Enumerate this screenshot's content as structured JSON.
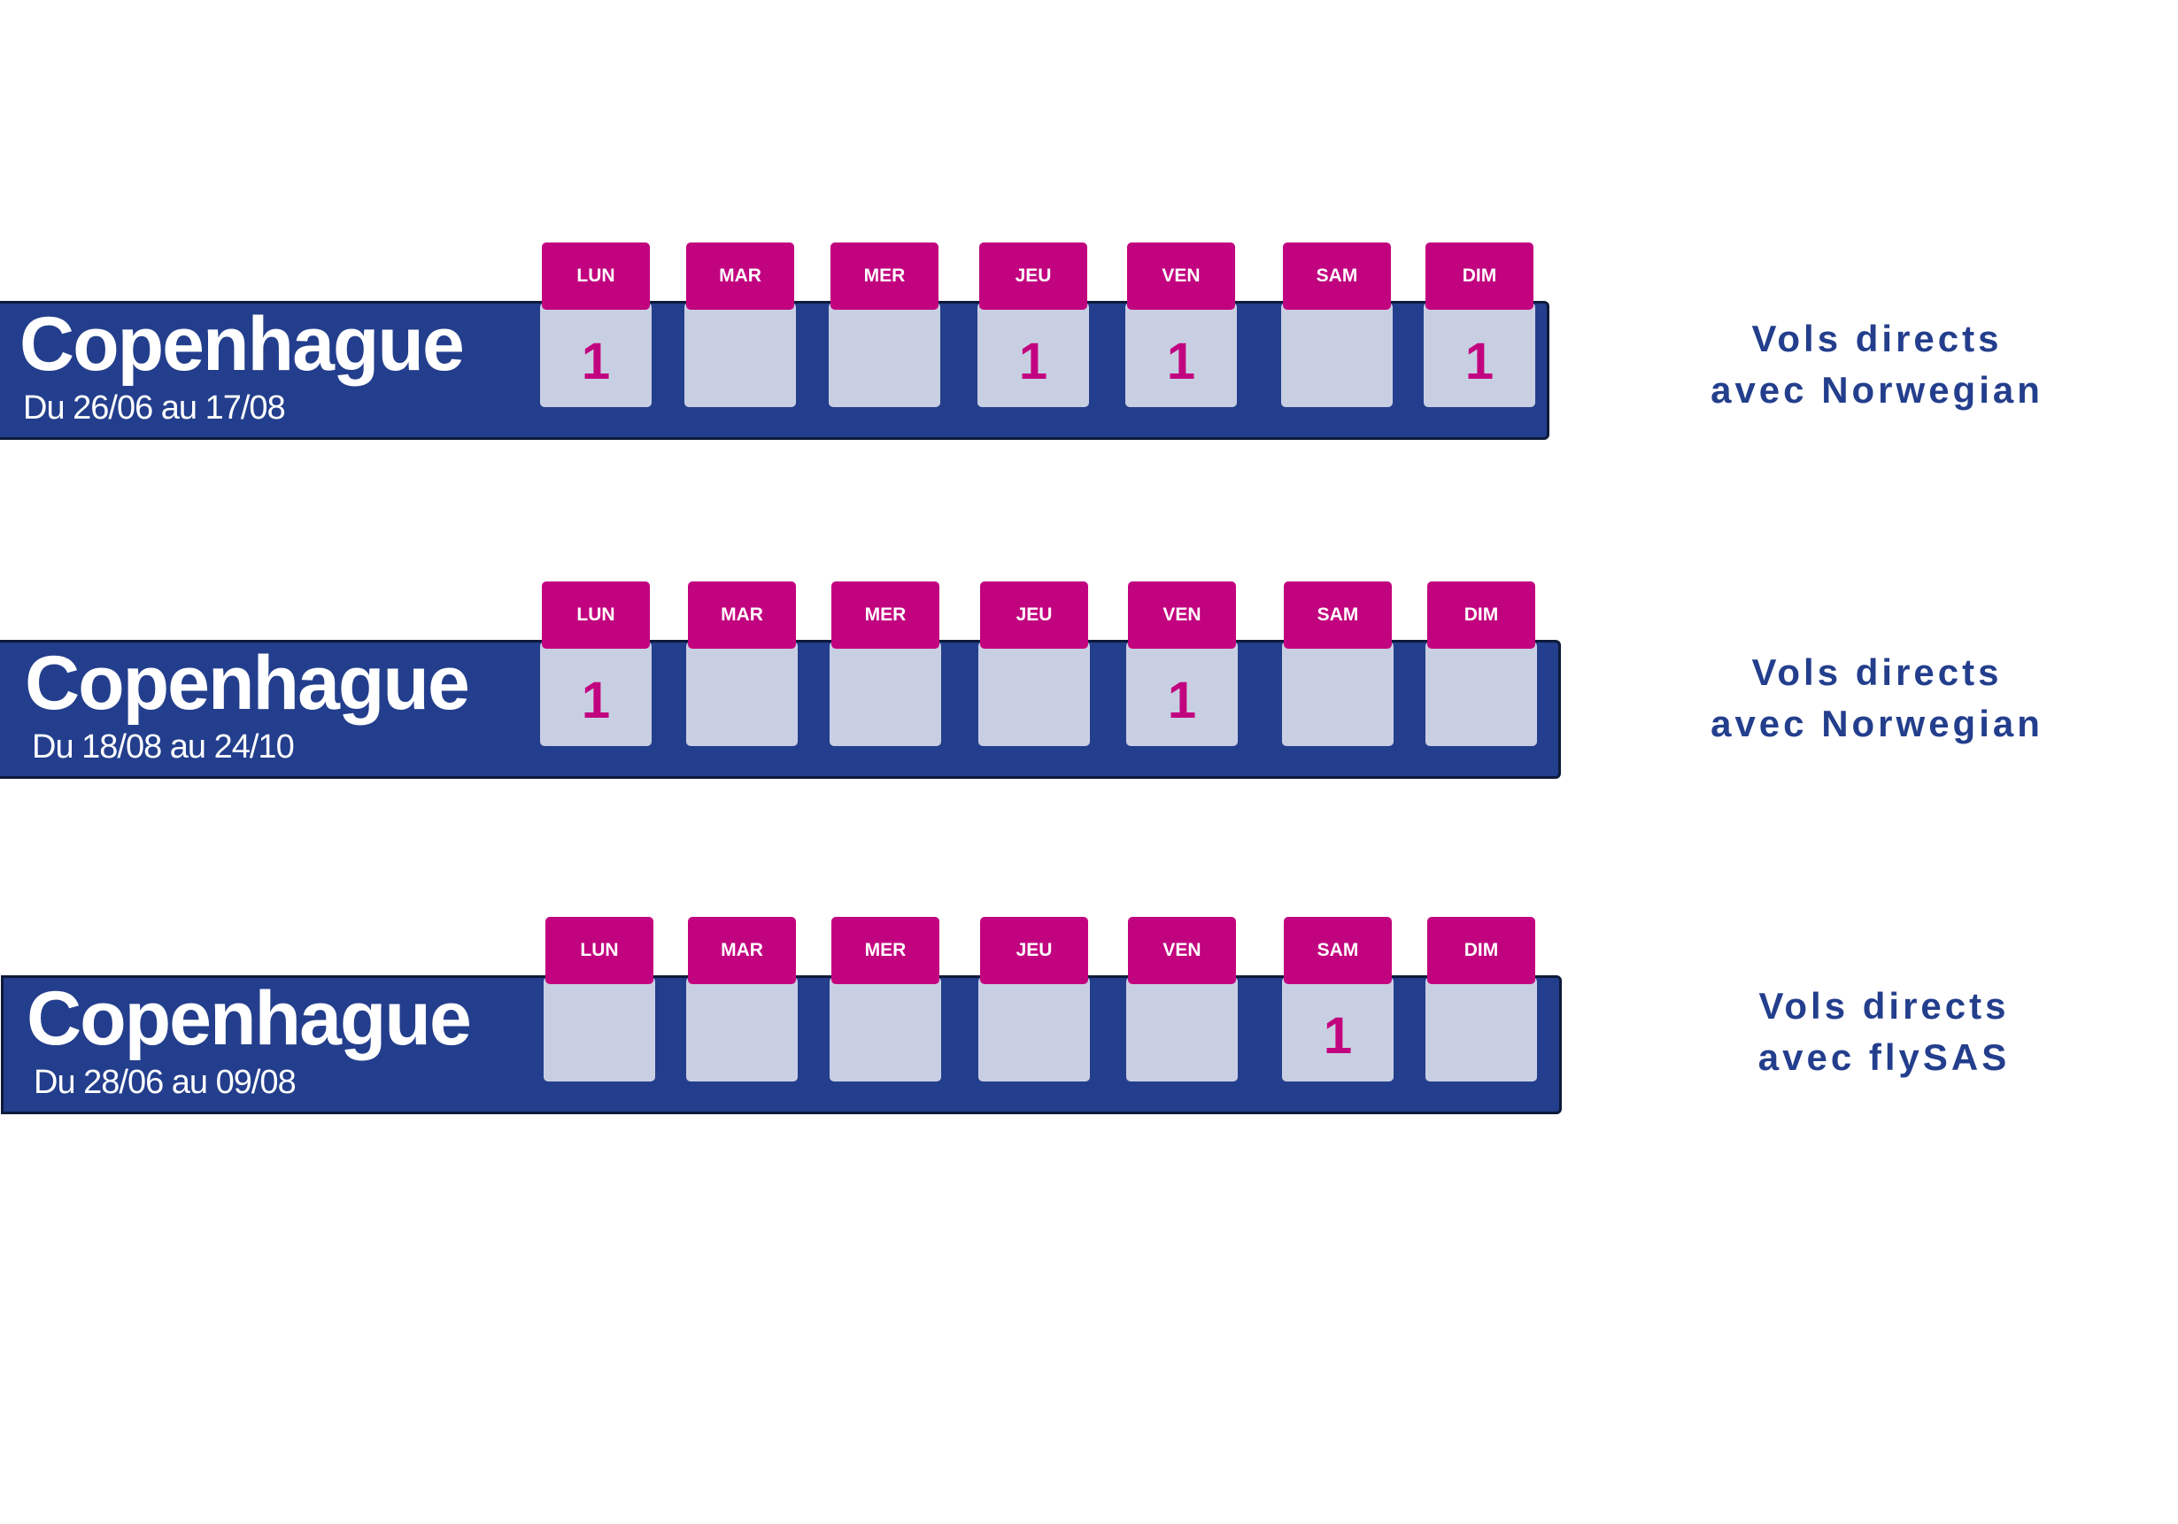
{
  "days": [
    "LUN",
    "MAR",
    "MER",
    "JEU",
    "VEN",
    "SAM",
    "DIM"
  ],
  "rows": [
    {
      "city": "Copenhague",
      "dates": "Du 26/06 au 17/08",
      "flights": [
        "1",
        "",
        "",
        "1",
        "1",
        "",
        "1"
      ],
      "note_line1": "Vols directs",
      "note_line2": "avec Norwegian"
    },
    {
      "city": "Copenhague",
      "dates": "Du 18/08 au 24/10",
      "flights": [
        "1",
        "",
        "",
        "",
        "1",
        "",
        ""
      ],
      "note_line1": "Vols directs",
      "note_line2": "avec Norwegian"
    },
    {
      "city": "Copenhague",
      "dates": "Du 28/06 au 09/08",
      "flights": [
        "",
        "",
        "",
        "",
        "",
        "1",
        ""
      ],
      "note_line1": "Vols directs",
      "note_line2": "avec flySAS"
    }
  ]
}
